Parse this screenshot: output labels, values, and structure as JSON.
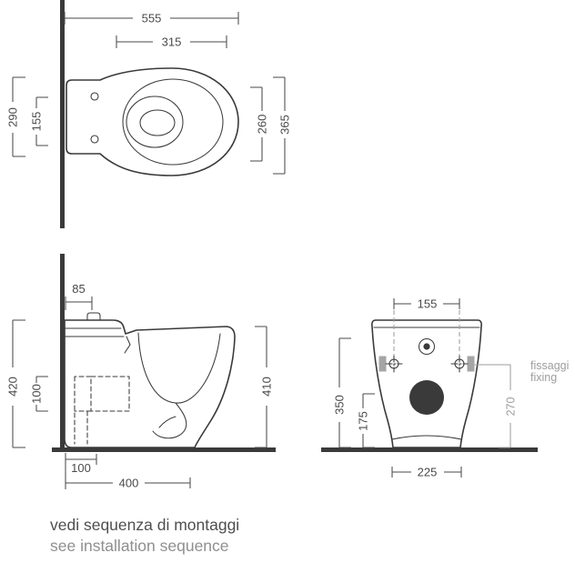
{
  "colors": {
    "line": "#3a3a3a",
    "dim_text": "#4a4a4a",
    "muted": "#9d9d9d"
  },
  "plan_view": {
    "dim_overall_length": "555",
    "dim_seat_length": "315",
    "dim_back_width": "290",
    "dim_back_inner_width": "155",
    "dim_bowl_width": "260",
    "dim_overall_width": "365"
  },
  "side_view": {
    "dim_top_depth": "85",
    "dim_back_height": "420",
    "dim_outlet_box_height": "100",
    "dim_front_height": "410",
    "dim_outlet_offset": "100",
    "dim_overall_depth": "400"
  },
  "front_view": {
    "dim_fixing_centres": "155",
    "dim_inlet_height": "350",
    "dim_outlet_height": "175",
    "dim_fixing_height": "270",
    "dim_base_width": "225",
    "fixing_label_line1": "fissaggi",
    "fixing_label_line2": "fixing"
  },
  "footer": {
    "note_italian": "vedi sequenza di montaggi",
    "note_english": "see installation sequence"
  }
}
